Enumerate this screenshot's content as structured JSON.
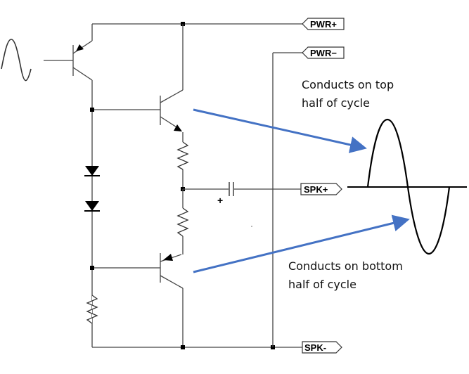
{
  "ports": {
    "pwr_plus": "PWR+",
    "pwr_minus": "PWR−",
    "spk_plus": "SPK+",
    "spk_minus": "SPK-"
  },
  "capacitor": {
    "polarity": "+"
  },
  "annotations": {
    "top": [
      "Conducts on top",
      "half of cycle"
    ],
    "bottom": [
      "Conducts on bottom",
      "half of cycle"
    ]
  },
  "colors": {
    "wire": "#444444",
    "arrow": "#4472C4",
    "waveform": "#000000"
  }
}
